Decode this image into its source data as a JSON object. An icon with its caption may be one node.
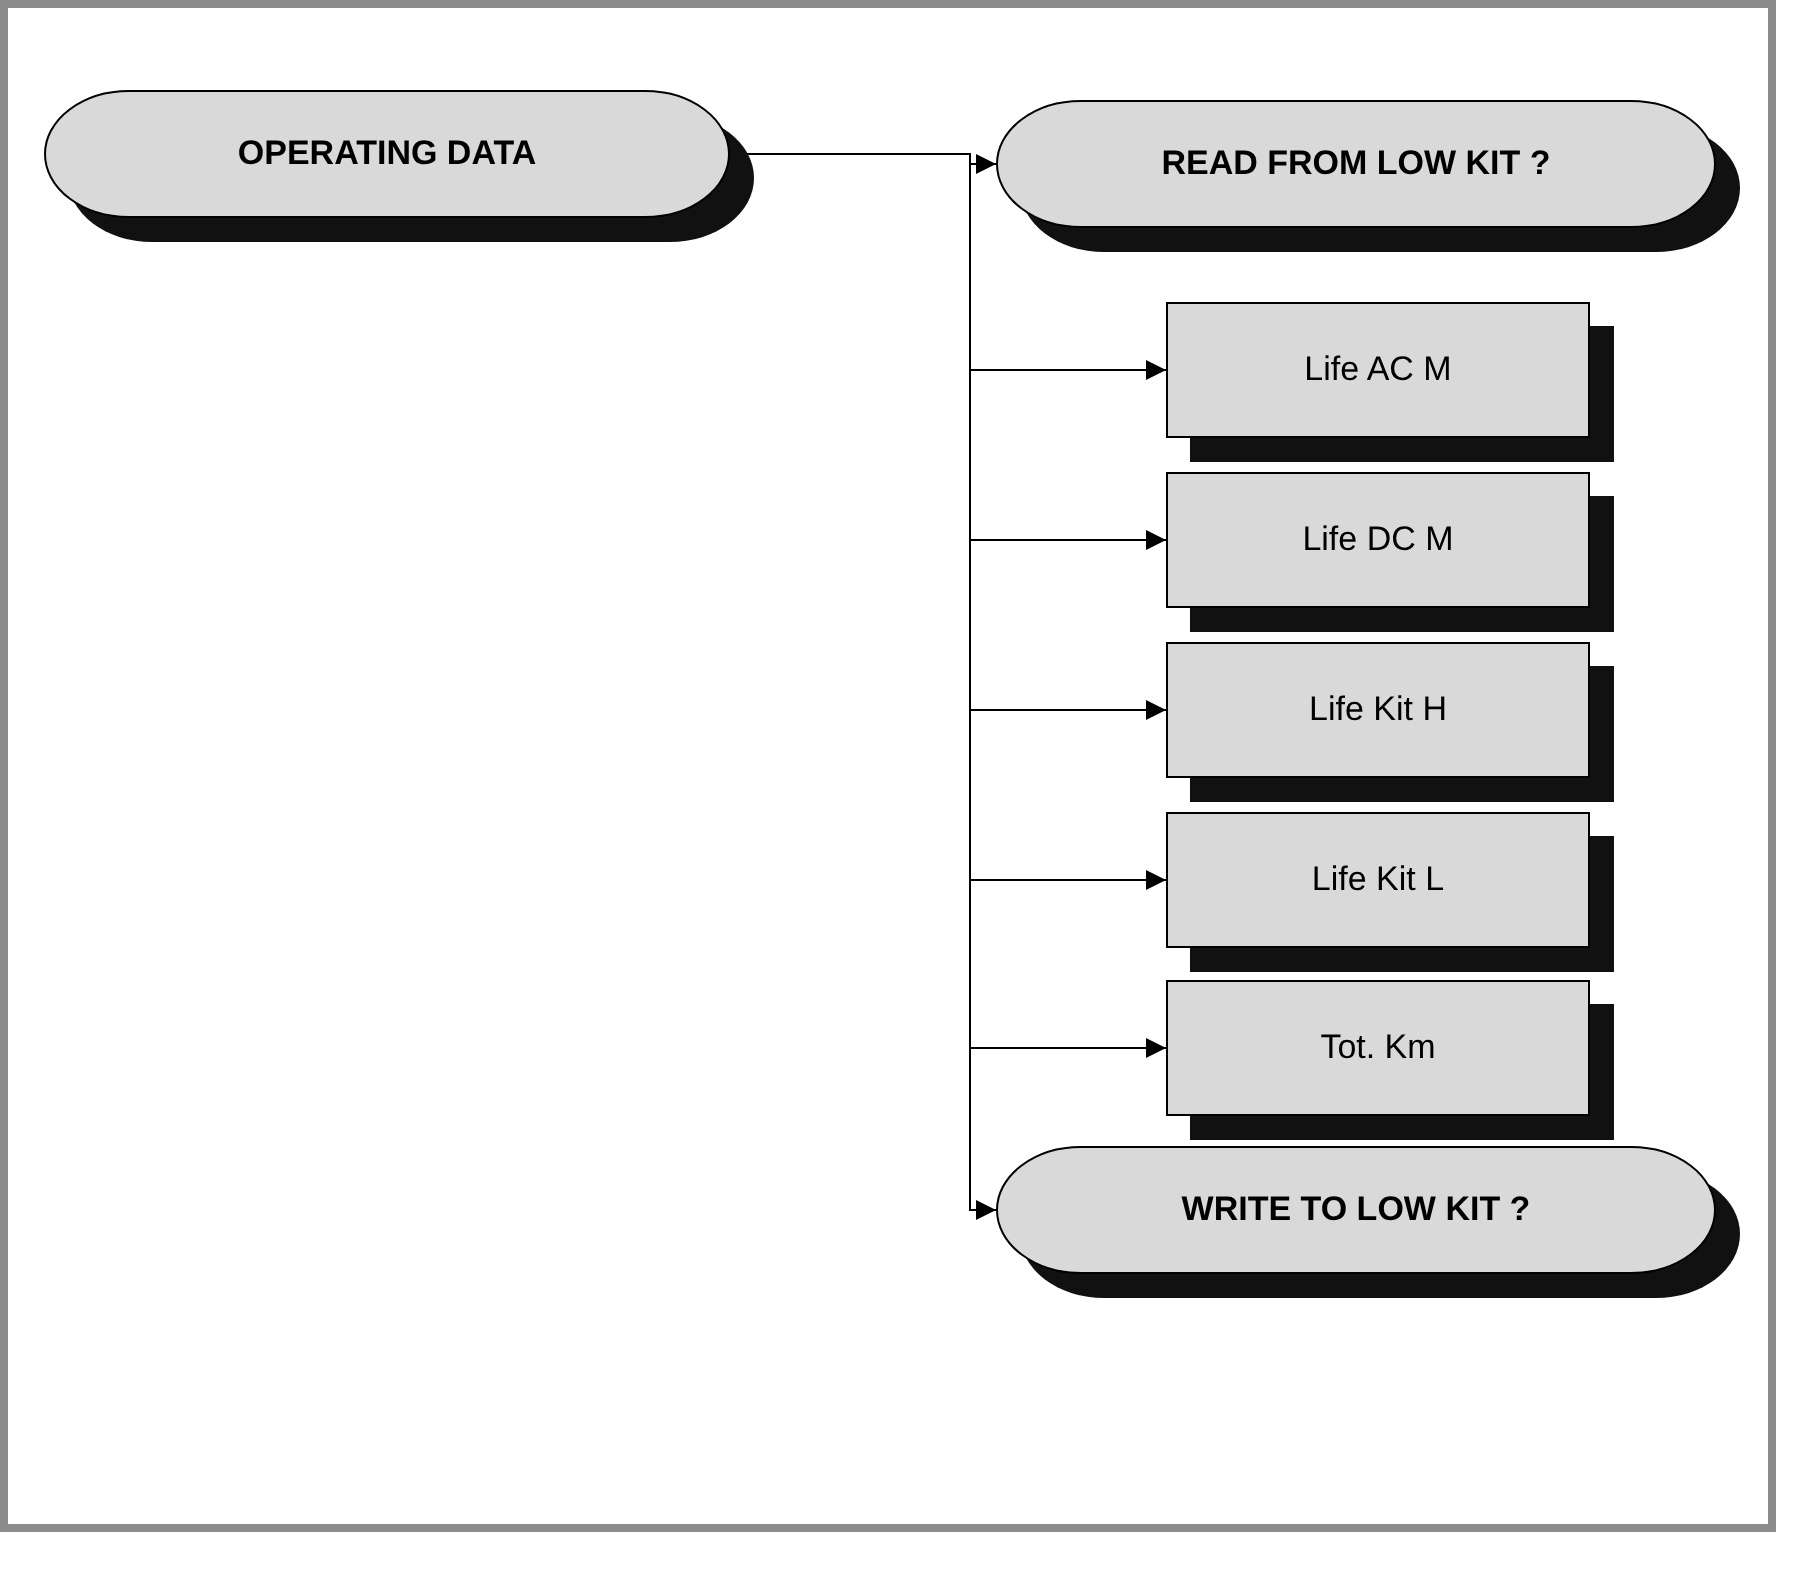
{
  "diagram": {
    "nodes": [
      {
        "text": [
          "OPERATING DATA"
        ]
      },
      {
        "text": [
          "READ FROM LOW KIT ?"
        ]
      },
      {
        "text": [
          "Life AC M"
        ]
      },
      {
        "text": [
          "Life DC M"
        ]
      },
      {
        "text": [
          "Life Kit H"
        ]
      },
      {
        "text": [
          "Life Kit L"
        ]
      },
      {
        "text": [
          "Tot. Km"
        ]
      },
      {
        "text": [
          "WRITE TO LOW KIT ?"
        ]
      }
    ],
    "edges": [
      {
        "from": 0,
        "to": 1,
        "arrow": "to"
      },
      {
        "from": 0,
        "to": 2,
        "arrow": "to"
      },
      {
        "from": 0,
        "to": 3,
        "arrow": "to"
      },
      {
        "from": 0,
        "to": 4,
        "arrow": "to"
      },
      {
        "from": 0,
        "to": 5,
        "arrow": "to"
      },
      {
        "from": 0,
        "to": 6,
        "arrow": "to"
      },
      {
        "from": 0,
        "to": 7,
        "arrow": "to"
      }
    ]
  }
}
